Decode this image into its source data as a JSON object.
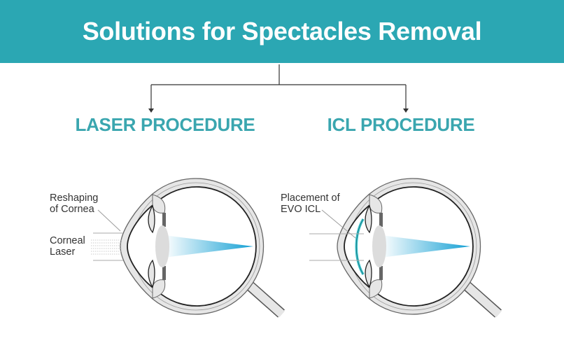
{
  "header": {
    "title": "Solutions for Spectacles Removal"
  },
  "procedures": [
    {
      "heading": "LASER PROCEDURE",
      "labels": [
        {
          "line1": "Reshaping",
          "line2": "of Cornea"
        },
        {
          "line1": "Corneal",
          "line2": "Laser"
        }
      ]
    },
    {
      "heading": "ICL PROCEDURE",
      "labels": [
        {
          "line1": "Placement of",
          "line2": "EVO ICL"
        }
      ]
    }
  ],
  "colors": {
    "brand": "#2ba7b3",
    "heading": "#3aa6af",
    "beam": "#1aa3d6",
    "icl": "#3cc3cc"
  }
}
